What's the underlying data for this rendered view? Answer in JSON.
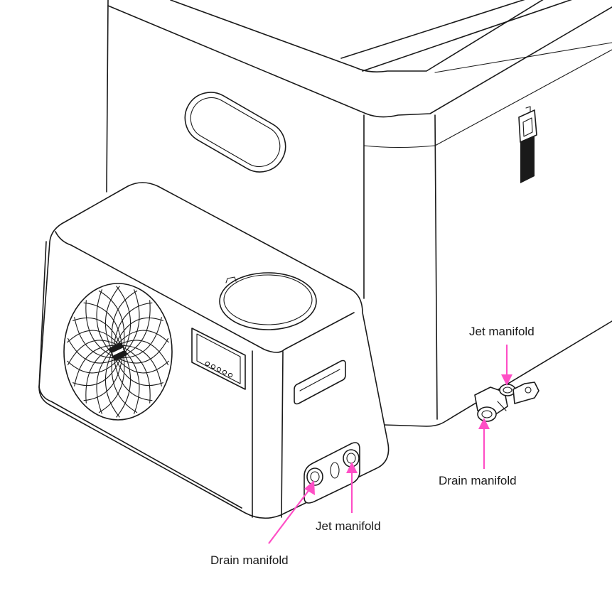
{
  "colors": {
    "line": "#1a1a1a",
    "background": "#ffffff",
    "callout": "#ff4fc6"
  },
  "labels": {
    "tub_jet": "Jet manifold",
    "tub_drain": "Drain manifold",
    "chiller_jet": "Jet manifold",
    "chiller_drain": "Drain manifold"
  }
}
